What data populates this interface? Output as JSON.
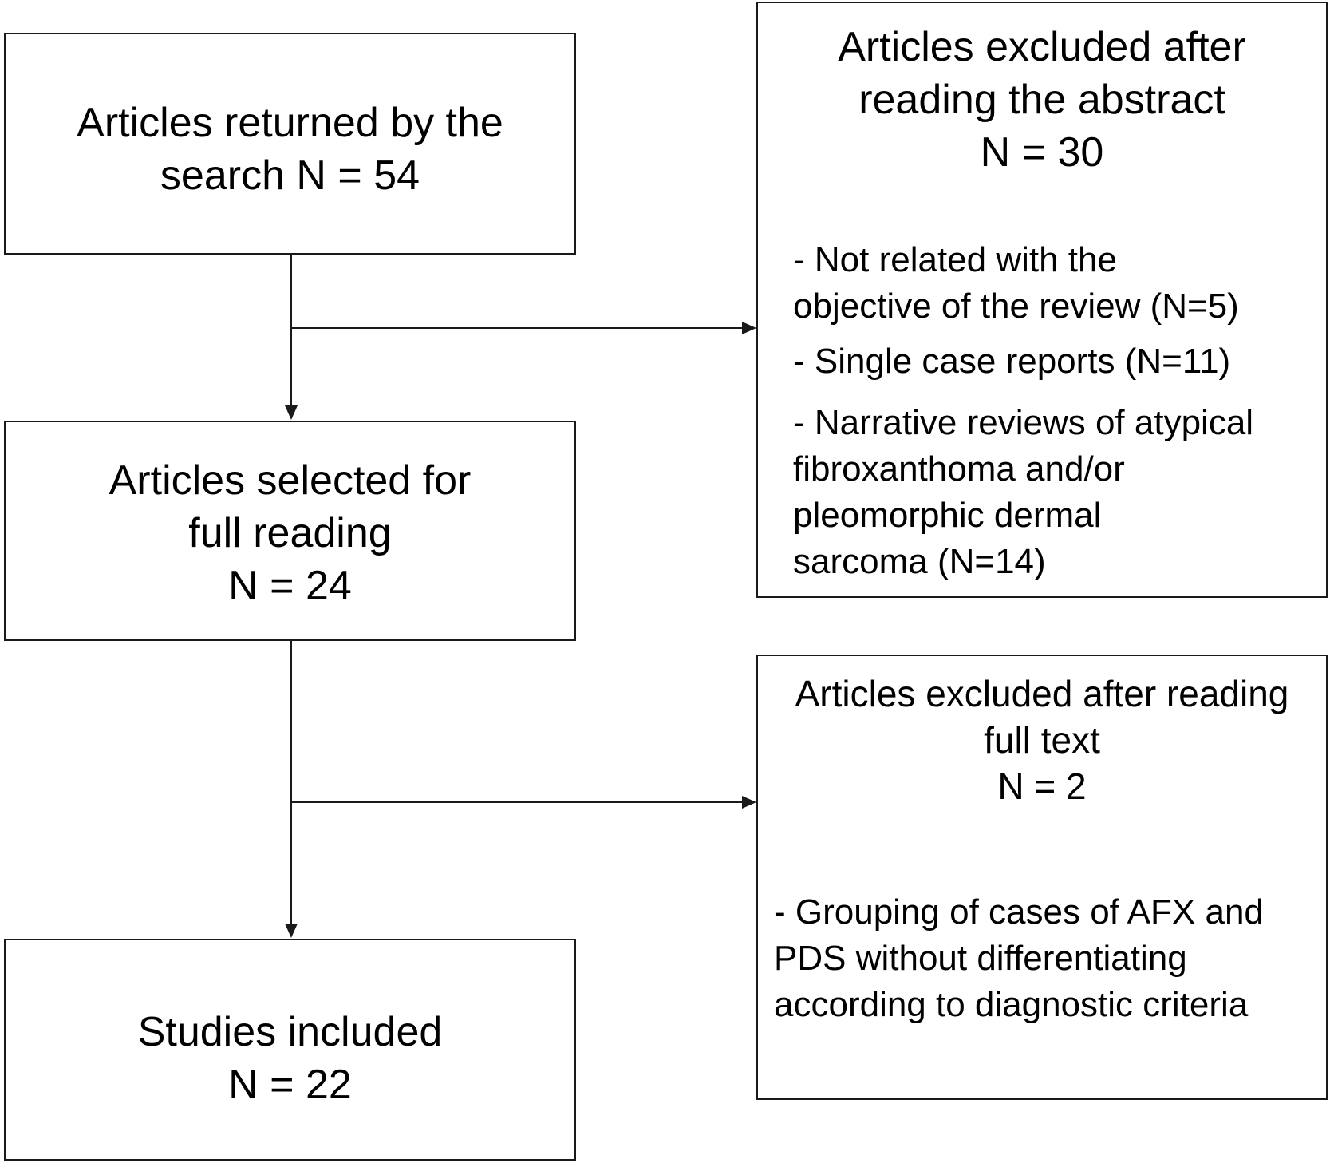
{
  "search_box": {
    "line1": "Articles returned by the",
    "line2": "search N = 54"
  },
  "abstract_exclusion_box": {
    "line1": "Articles excluded after",
    "line2": "reading the abstract",
    "count": "N = 30",
    "reasons": [
      {
        "line1": "- Not related with the",
        "line2": "objective of the review (N=5)"
      },
      {
        "line1": "- Single case reports (N=11)"
      },
      {
        "line1": "- Narrative reviews of atypical",
        "line2": "fibroxanthoma and/or",
        "line3": "pleomorphic dermal",
        "line4": "sarcoma (N=14)"
      }
    ]
  },
  "full_reading_box": {
    "line1": "Articles selected for",
    "line2": "full reading",
    "count": "N = 24"
  },
  "fulltext_exclusion_box": {
    "line1": "Articles excluded after reading",
    "line2": "full text",
    "count": "N = 2",
    "reason": {
      "line1": "- Grouping of cases of AFX and",
      "line2": "PDS without differentiating",
      "line3": "according to diagnostic criteria"
    }
  },
  "included_box": {
    "line1": "Studies included",
    "count": "N = 22"
  }
}
